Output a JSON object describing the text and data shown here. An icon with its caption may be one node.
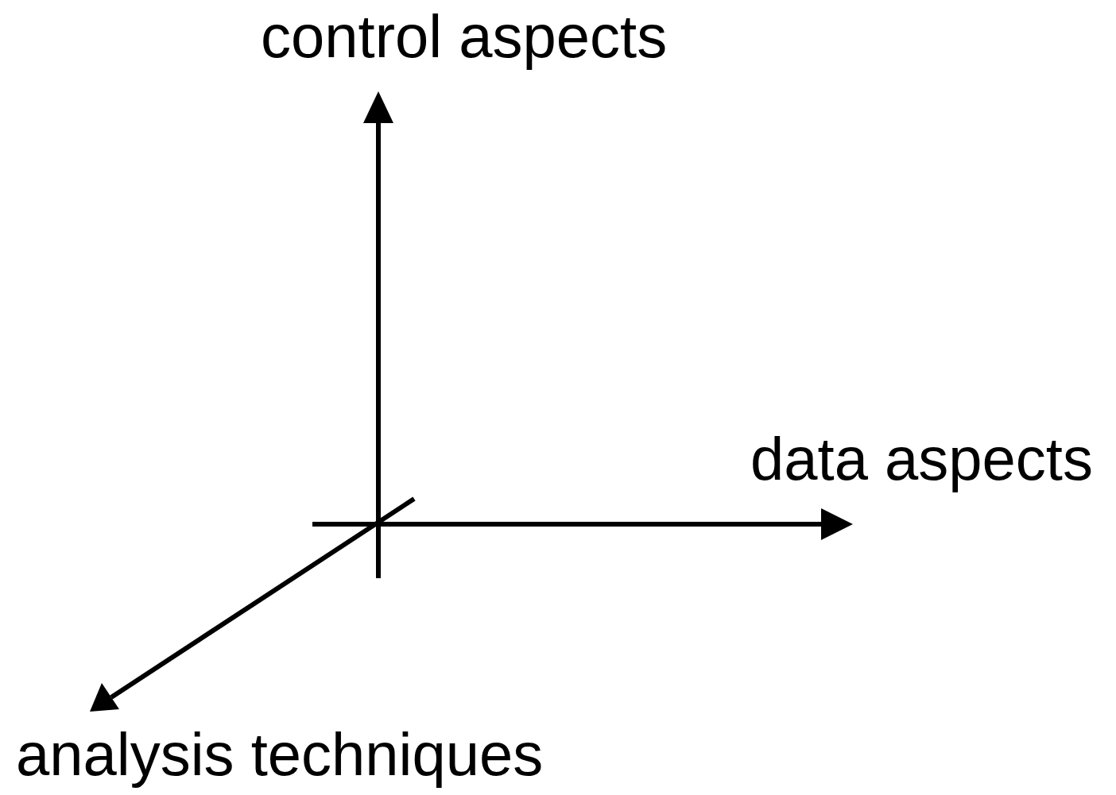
{
  "diagram": {
    "labels": [
      "control aspects",
      "data aspects",
      "analysis techniques"
    ]
  }
}
